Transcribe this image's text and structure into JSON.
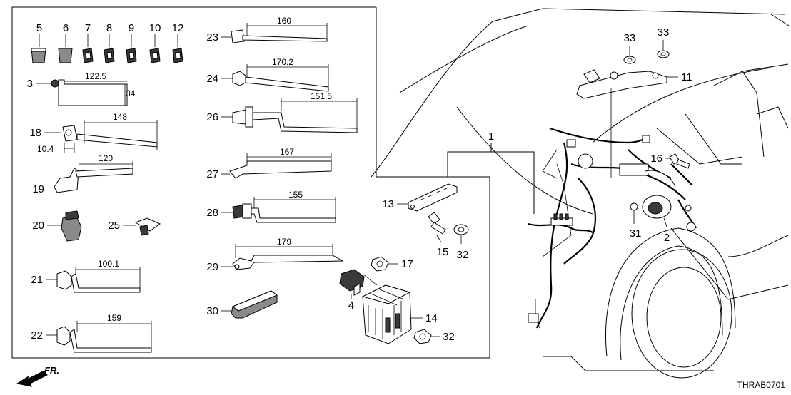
{
  "callouts": {
    "c1": "1",
    "c2": "2",
    "c3": "3",
    "c4": "4",
    "c5": "5",
    "c6": "6",
    "c7": "7",
    "c8": "8",
    "c9": "9",
    "c10": "10",
    "c11": "11",
    "c12": "12",
    "c13": "13",
    "c14": "14",
    "c15": "15",
    "c16": "16",
    "c17": "17",
    "c18": "18",
    "c19": "19",
    "c20": "20",
    "c21": "21",
    "c22": "22",
    "c23": "23",
    "c24": "24",
    "c25": "25",
    "c26": "26",
    "c27": "27",
    "c28": "28",
    "c29": "29",
    "c30": "30",
    "c31": "31",
    "c32a": "32",
    "c32b": "32",
    "c33a": "33",
    "c33b": "33"
  },
  "dimensions": {
    "d3_len": "122.5",
    "d3_h": "34",
    "d18_len": "148",
    "d18_off": "10.4",
    "d19": "120",
    "d21": "100.1",
    "d22": "159",
    "d23": "160",
    "d24": "170.2",
    "d26": "151.5",
    "d27": "167",
    "d28": "155",
    "d29": "179"
  },
  "front_label": "FR.",
  "diagram_code": "THRAB0701"
}
